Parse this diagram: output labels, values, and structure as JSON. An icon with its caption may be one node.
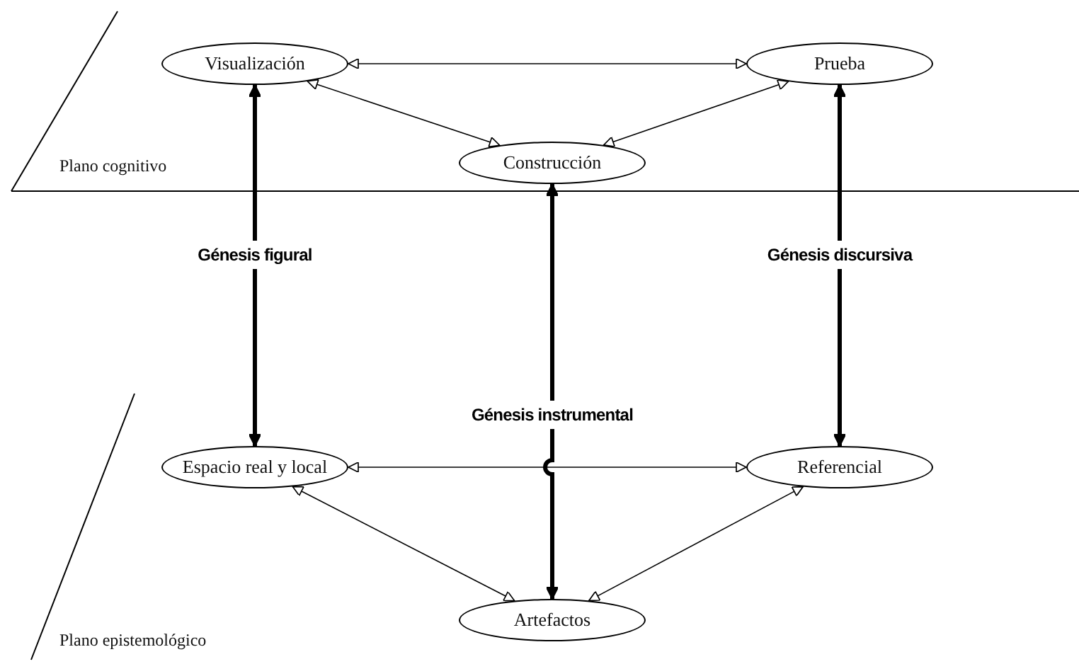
{
  "diagram": {
    "nodes": [
      {
        "text": [
          "Visualización"
        ]
      },
      {
        "text": [
          "Prueba"
        ]
      },
      {
        "text": [
          "Construcción"
        ]
      },
      {
        "text": [
          "Espacio real y local"
        ]
      },
      {
        "text": [
          "Referencial"
        ]
      },
      {
        "text": [
          "Artefactos"
        ]
      }
    ],
    "edges": [
      {
        "from": 0,
        "to": 1,
        "arrow": "both"
      },
      {
        "from": 0,
        "to": 2,
        "arrow": "both"
      },
      {
        "from": 1,
        "to": 2,
        "arrow": "both"
      },
      {
        "from": 0,
        "to": 3,
        "arrow": "both",
        "style": "thick",
        "label": "Génesis figural"
      },
      {
        "from": 2,
        "to": 5,
        "arrow": "both",
        "style": "thick",
        "label": "Génesis instrumental"
      },
      {
        "from": 1,
        "to": 4,
        "arrow": "both",
        "style": "thick",
        "label": "Génesis discursiva"
      },
      {
        "from": 3,
        "to": 4,
        "arrow": "both"
      },
      {
        "from": 3,
        "to": 5,
        "arrow": "both"
      },
      {
        "from": 4,
        "to": 5,
        "arrow": "both"
      }
    ],
    "labels": [
      "Plano cognitivo",
      "Plano epistemológico"
    ]
  }
}
